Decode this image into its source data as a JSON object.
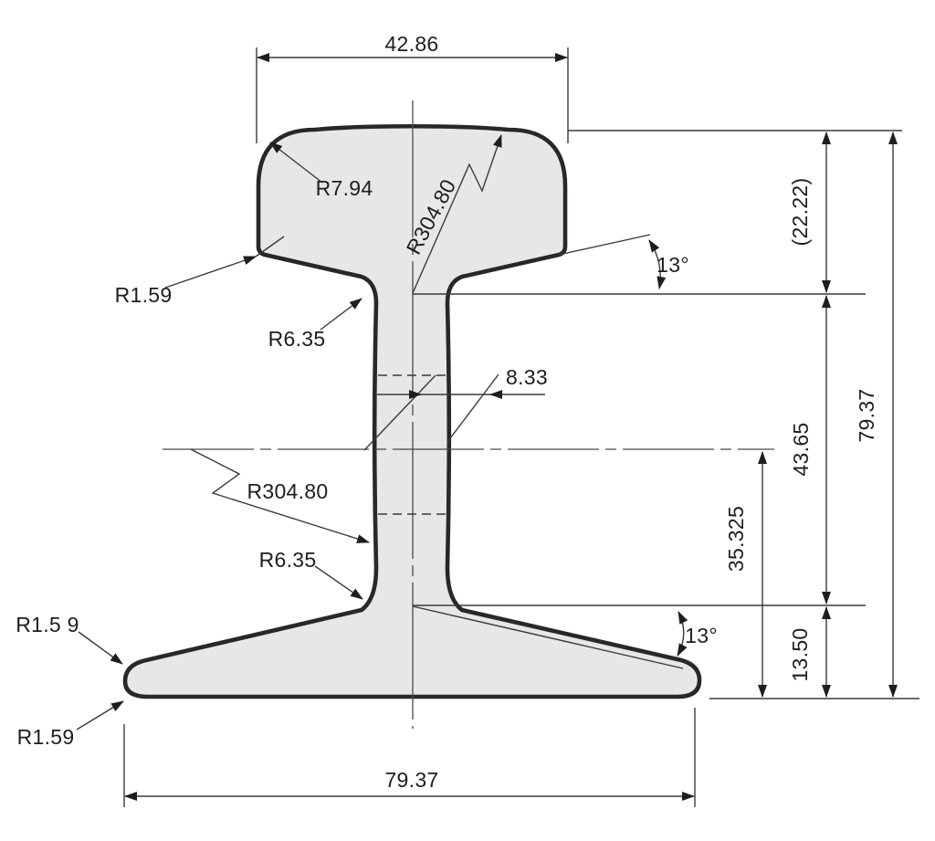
{
  "drawing": {
    "subject": "rail-cross-section",
    "colors": {
      "fill": "#e6e7e8",
      "outline": "#28282b",
      "thin_line": "#3a3a3d",
      "text": "#1e1e20",
      "background": "#ffffff"
    },
    "dimensions": {
      "head_width": "42.86",
      "head_depth_ref": "(22.22)",
      "overall_height": "79.37",
      "head_base_to_foot_ref": "43.65",
      "axis_to_base": "35.325",
      "foot_height": "13.50",
      "foot_width": "79.37",
      "web_thickness": "8.33"
    },
    "angles": {
      "head_underside": "13°",
      "foot_top": "13°"
    },
    "radii": {
      "head_top_corner": "R7.94",
      "head_crown": "R304.80",
      "head_lower_corner": "R1.59",
      "head_web_fillet": "R6.35",
      "web_side": "R304.80",
      "web_foot_fillet": "R6.35",
      "foot_tip_top": "R1.5 9",
      "foot_tip_bottom": "R1.59"
    }
  }
}
